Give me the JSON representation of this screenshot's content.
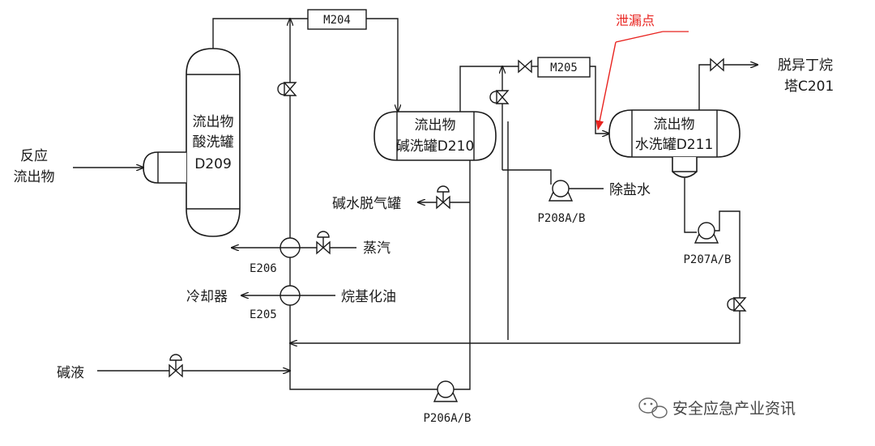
{
  "vessels": {
    "d209": {
      "line1": "流出物",
      "line2": "酸洗罐",
      "line3": "D209"
    },
    "d210": {
      "line1": "流出物",
      "line2": "碱洗罐D210"
    },
    "d211": {
      "line1": "流出物",
      "line2": "水洗罐D211"
    }
  },
  "mixers": {
    "m204": "M204",
    "m205": "M205"
  },
  "pumps": {
    "p206": "P206A/B",
    "p207": "P207A/B",
    "p208": "P208A/B"
  },
  "exchangers": {
    "e206": "E206",
    "e205": "E205"
  },
  "streams": {
    "reaction_effluent_1": "反应",
    "reaction_effluent_2": "流出物",
    "steam": "蒸汽",
    "cooler": "冷却器",
    "alkylate_oil": "烷基化油",
    "caustic": "碱液",
    "caustic_degas": "碱水脱气罐",
    "desalted_water": "除盐水",
    "deisobutanizer_1": "脱异丁烷",
    "deisobutanizer_2": "塔C201"
  },
  "annotation": {
    "leak_point": "泄漏点"
  },
  "watermark": "安全应急产业资讯",
  "colors": {
    "line": "#1a1a1a",
    "leak": "#e8231f"
  }
}
